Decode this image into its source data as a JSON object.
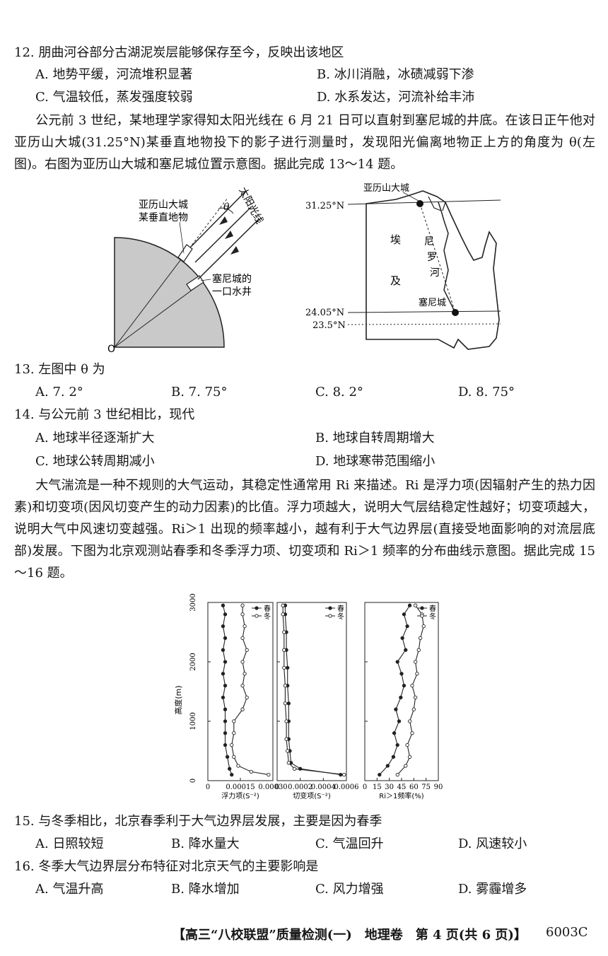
{
  "q12": {
    "stem": "12. 朋曲河谷部分古湖泥炭层能够保存至今，反映出该地区",
    "a": "A. 地势平缓，河流堆积显著",
    "b": "B. 冰川消融，冰碛减弱下渗",
    "c": "C. 气温较低，蒸发强度较弱",
    "d": "D. 水系发达，河流补给丰沛"
  },
  "passage1": "公元前 3 世纪，某地理学家得知太阳光线在 6 月 21 日可以直射到塞尼城的井底。在该日正午他对亚历山大城(31.25°N)某垂直地物投下的影子进行测量时，发现阳光偏离地物正上方的角度为 θ(左图)。右图为亚历山大城和塞尼城位置示意图。据此完成 13～14 题。",
  "fig1": {
    "obj_line1": "亚历山大城",
    "obj_line2": "某垂直地物",
    "theta": "θ",
    "sunlight": "太阳光线",
    "well_line1": "塞尼城的",
    "well_line2": "一口水井",
    "origin": "O"
  },
  "map": {
    "alex": "亚历山大城",
    "lat1": "31.25°N",
    "lat2": "24.05°N",
    "lat3": "23.5°N",
    "egypt1": "埃",
    "egypt2": "及",
    "nile1": "尼",
    "nile2": "罗",
    "nile3": "河",
    "syene": "塞尼城"
  },
  "q13": {
    "stem": "13. 左图中 θ 为",
    "a": "A. 7. 2°",
    "b": "B. 7. 75°",
    "c": "C. 8. 2°",
    "d": "D. 8. 75°"
  },
  "q14": {
    "stem": "14. 与公元前 3 世纪相比，现代",
    "a": "A. 地球半径逐渐扩大",
    "b": "B. 地球自转周期增大",
    "c": "C. 地球公转周期减小",
    "d": "D. 地球寒带范围缩小"
  },
  "passage2": "大气湍流是一种不规则的大气运动，其稳定性通常用 Ri 来描述。Ri 是浮力项(因辐射产生的热力因素)和切变项(因风切变产生的动力因素)的比值。浮力项越大，说明大气层结稳定性越好；切变项越大，说明大气中风速切变越强。Ri＞1 出现的频率越小，越有利于大气边界层(直接受地面影响的对流层底部)发展。下图为北京观测站春季和冬季浮力项、切变项和 Ri＞1 频率的分布曲线示意图。据此完成 15～16 题。",
  "chart_data": {
    "type": "line",
    "ylabel": "高度(m)",
    "ylim": [
      0,
      3000
    ],
    "yticks": [
      "0",
      "1000",
      "2000",
      "3000"
    ],
    "legend": [
      "春",
      "冬"
    ],
    "panels": [
      {
        "xlabel": "浮力项(S⁻²)",
        "xlim": [
          0,
          0.0003
        ],
        "xticks": [
          {
            "v": 0,
            "t": "0"
          },
          {
            "v": 0.00015,
            "t": "0.00015"
          },
          {
            "v": 0.0003,
            "t": "0.00030"
          }
        ],
        "series": [
          {
            "name": "春",
            "points": [
              [
                0.00011,
                100
              ],
              [
                0.0001,
                200
              ],
              [
                9e-05,
                400
              ],
              [
                8e-05,
                600
              ],
              [
                8e-05,
                800
              ],
              [
                8e-05,
                1000
              ],
              [
                8e-05,
                1200
              ],
              [
                7e-05,
                1400
              ],
              [
                8e-05,
                1600
              ],
              [
                7e-05,
                1800
              ],
              [
                8e-05,
                2000
              ],
              [
                7e-05,
                2200
              ],
              [
                8e-05,
                2400
              ],
              [
                7e-05,
                2600
              ],
              [
                8e-05,
                2800
              ],
              [
                7e-05,
                2950
              ]
            ]
          },
          {
            "name": "冬",
            "points": [
              [
                0.00028,
                100
              ],
              [
                0.0002,
                150
              ],
              [
                0.00014,
                250
              ],
              [
                0.00012,
                400
              ],
              [
                0.00011,
                600
              ],
              [
                0.00012,
                800
              ],
              [
                0.00012,
                1000
              ],
              [
                0.00016,
                1200
              ],
              [
                0.00018,
                1400
              ],
              [
                0.00016,
                1600
              ],
              [
                0.00017,
                1800
              ],
              [
                0.00016,
                2000
              ],
              [
                0.00018,
                2200
              ],
              [
                0.00016,
                2400
              ],
              [
                0.00017,
                2600
              ],
              [
                0.00016,
                2800
              ],
              [
                0.00016,
                2950
              ]
            ]
          }
        ]
      },
      {
        "xlabel": "切变项(S⁻²)",
        "xlim": [
          0,
          0.0006
        ],
        "xticks": [
          {
            "v": 0,
            "t": "0"
          },
          {
            "v": 0.0002,
            "t": "0.0002"
          },
          {
            "v": 0.0004,
            "t": "0.0004"
          },
          {
            "v": 0.0006,
            "t": "0.0006"
          }
        ],
        "series": [
          {
            "name": "春",
            "points": [
              [
                0.00055,
                100
              ],
              [
                0.0002,
                200
              ],
              [
                0.00012,
                300
              ],
              [
                0.00011,
                500
              ],
              [
                0.0001,
                700
              ],
              [
                0.0001,
                1000
              ],
              [
                0.0001,
                1300
              ],
              [
                9e-05,
                1600
              ],
              [
                9e-05,
                1900
              ],
              [
                8e-05,
                2200
              ],
              [
                8e-05,
                2500
              ],
              [
                7e-05,
                2800
              ],
              [
                7e-05,
                2950
              ]
            ]
          },
          {
            "name": "冬",
            "points": [
              [
                0.00058,
                100
              ],
              [
                0.00015,
                200
              ],
              [
                0.0001,
                300
              ],
              [
                9e-05,
                500
              ],
              [
                8e-05,
                700
              ],
              [
                8e-05,
                1000
              ],
              [
                7e-05,
                1300
              ],
              [
                7e-05,
                1600
              ],
              [
                6e-05,
                1900
              ],
              [
                6e-05,
                2200
              ],
              [
                6e-05,
                2500
              ],
              [
                5e-05,
                2800
              ],
              [
                5e-05,
                2950
              ]
            ]
          }
        ]
      },
      {
        "xlabel": "Ri＞1频率(%)",
        "xlim": [
          0,
          90
        ],
        "xticks": [
          {
            "v": 0,
            "t": "0"
          },
          {
            "v": 15,
            "t": "15"
          },
          {
            "v": 30,
            "t": "30"
          },
          {
            "v": 45,
            "t": "45"
          },
          {
            "v": 60,
            "t": "60"
          },
          {
            "v": 75,
            "t": "75"
          },
          {
            "v": 90,
            "t": "90"
          }
        ],
        "series": [
          {
            "name": "春",
            "points": [
              [
                18,
                100
              ],
              [
                28,
                250
              ],
              [
                35,
                400
              ],
              [
                40,
                600
              ],
              [
                36,
                800
              ],
              [
                42,
                1000
              ],
              [
                38,
                1200
              ],
              [
                44,
                1400
              ],
              [
                48,
                1600
              ],
              [
                45,
                1800
              ],
              [
                40,
                2000
              ],
              [
                50,
                2200
              ],
              [
                46,
                2400
              ],
              [
                52,
                2600
              ],
              [
                48,
                2800
              ],
              [
                55,
                2950
              ]
            ]
          },
          {
            "name": "冬",
            "points": [
              [
                40,
                100
              ],
              [
                50,
                250
              ],
              [
                55,
                400
              ],
              [
                52,
                600
              ],
              [
                58,
                800
              ],
              [
                55,
                1000
              ],
              [
                60,
                1200
              ],
              [
                62,
                1400
              ],
              [
                58,
                1600
              ],
              [
                64,
                1800
              ],
              [
                62,
                2000
              ],
              [
                66,
                2200
              ],
              [
                68,
                2400
              ],
              [
                72,
                2600
              ],
              [
                70,
                2800
              ],
              [
                62,
                2950
              ]
            ]
          }
        ]
      }
    ]
  },
  "q15": {
    "stem": "15. 与冬季相比，北京春季利于大气边界层发展，主要是因为春季",
    "a": "A. 日照较短",
    "b": "B. 降水量大",
    "c": "C. 气温回升",
    "d": "D. 风速较小"
  },
  "q16": {
    "stem": "16. 冬季大气边界层分布特征对北京天气的主要影响是",
    "a": "A. 气温升高",
    "b": "B. 降水增加",
    "c": "C. 风力增强",
    "d": "D. 雾霾增多"
  },
  "footer": "【高三“八校联盟”质量检测(一)　地理卷　第 4 页(共 6 页)】",
  "code": "6003C"
}
